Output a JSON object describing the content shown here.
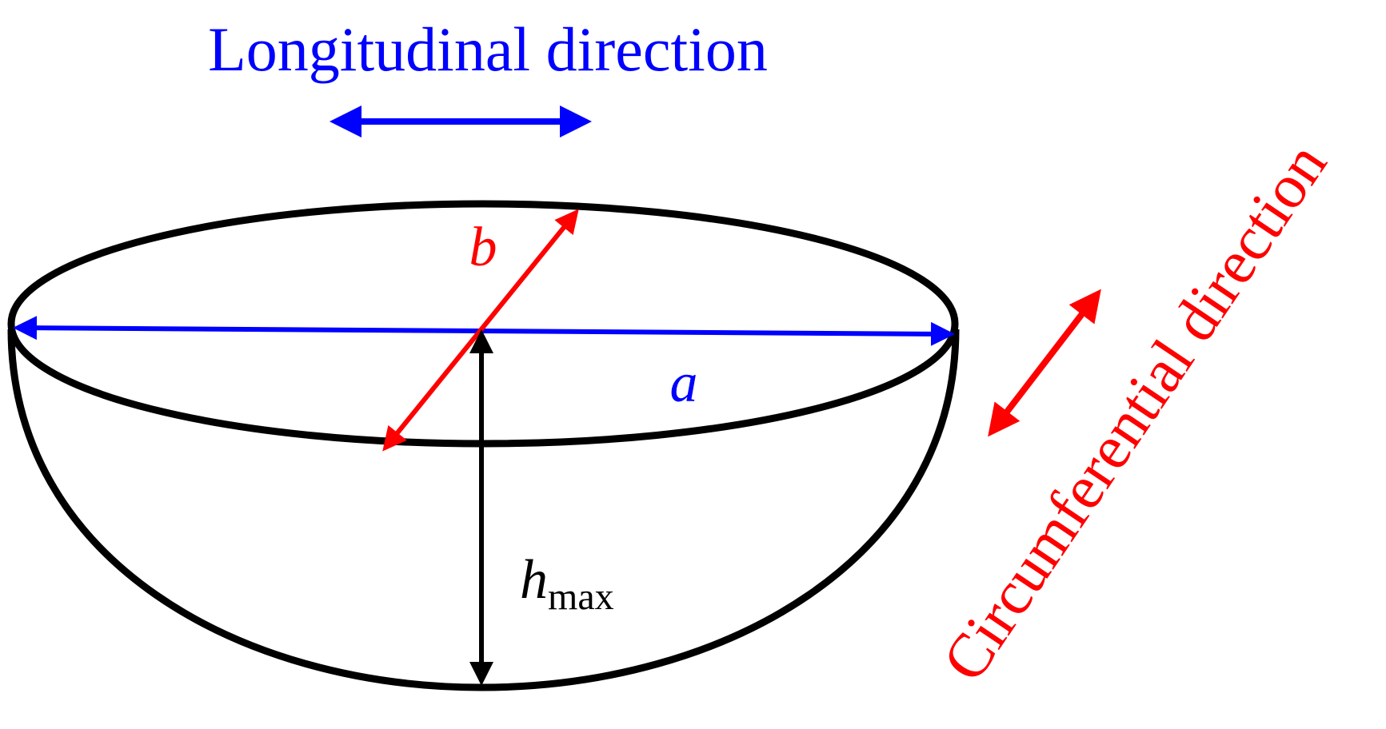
{
  "labels": {
    "longitudinal": "Longitudinal direction",
    "circumferential": "Circumferential direction",
    "a": "a",
    "b": "b",
    "h": "h",
    "h_sub": "max"
  },
  "colors": {
    "longitudinal": "#0000ff",
    "circumferential": "#ff0000",
    "outline": "#000000"
  }
}
